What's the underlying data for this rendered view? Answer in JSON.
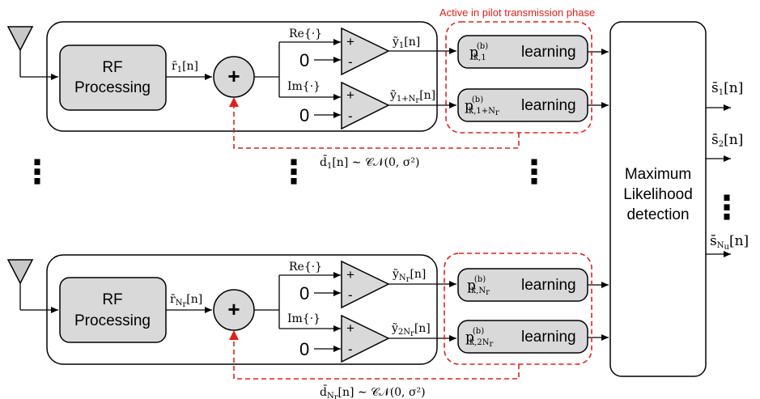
{
  "phase_label": "Active in pilot transmission phase",
  "rf_block": {
    "line1": "RF",
    "line2": "Processing"
  },
  "branch_top": {
    "r_label": "r̄",
    "r_sub": "1",
    "r_arg": "[n]",
    "re_label": "Re{·}",
    "im_label": "Im{·}",
    "zero": "0",
    "plus": "+",
    "minus": "-",
    "y1": "ỹ",
    "y1_sub": "1",
    "y1_arg": "[n]",
    "y2": "ỹ",
    "y2_sub": "1+N",
    "y2_sub2": "r",
    "y2_arg": "[n]",
    "p1_sub": "k,1",
    "p2_sub": "k,1+N",
    "p2_sub2": "r",
    "p_sup": "(b)",
    "p_base": "p",
    "learning": "learning",
    "noise_d": "d̄",
    "noise_sub": "1",
    "noise_rest": "[n] ∼ 𝒞𝒩(0, σ²)"
  },
  "branch_bottom": {
    "r_label": "r̄",
    "r_sub": "N",
    "r_sub2": "r",
    "r_arg": "[n]",
    "re_label": "Re{·}",
    "im_label": "Im{·}",
    "zero": "0",
    "plus": "+",
    "minus": "-",
    "y1": "ỹ",
    "y1_sub": "N",
    "y1_sub2": "r",
    "y1_arg": "[n]",
    "y2": "ỹ",
    "y2_sub": "2N",
    "y2_sub2": "r",
    "y2_arg": "[n]",
    "p1_sub": "k,N",
    "p1_sub2": "r",
    "p2_sub": "k,2N",
    "p2_sub2": "r",
    "p_sup": "(b)",
    "p_base": "p",
    "learning": "learning",
    "noise_d": "d̄",
    "noise_sub": "N",
    "noise_sub2": "r",
    "noise_rest": "[n] ∼ 𝒞𝒩(0, σ²)"
  },
  "ml_block": {
    "line1": "Maximum",
    "line2": "Likelihood",
    "line3": "detection"
  },
  "outputs": [
    {
      "base": "s̄",
      "sub": "1",
      "arg": "[n]"
    },
    {
      "base": "s̄",
      "sub": "2",
      "arg": "[n]"
    },
    {
      "base": "s̄",
      "sub": "N",
      "sub2": "u",
      "arg": "[n]"
    }
  ],
  "adder_symbol": "+",
  "colors": {
    "block_fill": "#d9d9d9",
    "red_dashed": "#e0201a",
    "line": "#000000"
  }
}
